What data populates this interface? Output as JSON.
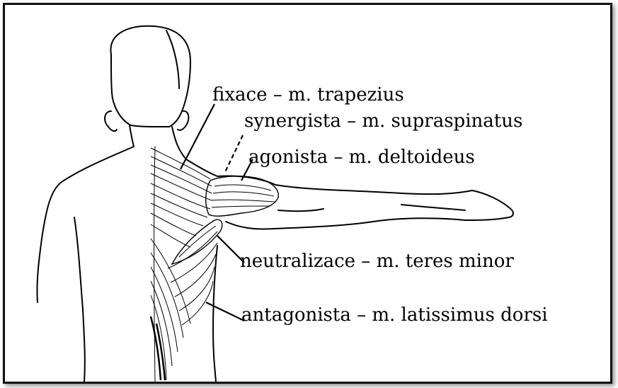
{
  "labels": {
    "fixace": "fixace – m. trapezius",
    "synergista": "synergista – m. supraspinatus",
    "agonista": "agonista – m. deltoideus",
    "neutralizace": "neutralizace – m. teres minor",
    "antagonista": "antagonista – m. latissimus dorsi"
  },
  "colors": {
    "ink": "#000000",
    "frame": "#111111",
    "background": "#ffffff"
  }
}
